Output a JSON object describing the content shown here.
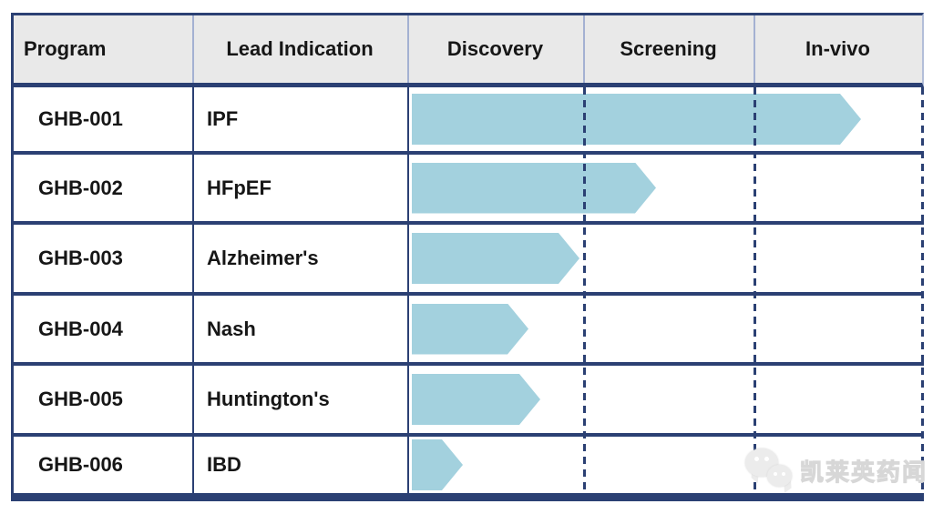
{
  "header": {
    "columns": [
      "Program",
      "Lead Indication",
      "Discovery",
      "Screening",
      "In-vivo"
    ]
  },
  "rows": [
    {
      "program": "GHB-001",
      "indication": "IPF"
    },
    {
      "program": "GHB-002",
      "indication": "HFpEF"
    },
    {
      "program": "GHB-003",
      "indication": "Alzheimer's"
    },
    {
      "program": "GHB-004",
      "indication": "Nash"
    },
    {
      "program": "GHB-005",
      "indication": "Huntington's"
    },
    {
      "program": "GHB-006",
      "indication": "IBD"
    }
  ],
  "watermark": {
    "text": "凯莱英药闻",
    "icon": "wechat-icon"
  },
  "colors": {
    "border_navy": "#2b4073",
    "bar_blue": "#a3d1de",
    "header_bg": "#e9e9e9",
    "header_separator": "#a4b1d2",
    "text": "#161616",
    "watermark": "#f2f2f2"
  },
  "chart_data": {
    "type": "bar",
    "orientation": "horizontal",
    "categories": [
      "GHB-001",
      "GHB-002",
      "GHB-003",
      "GHB-004",
      "GHB-005",
      "GHB-006"
    ],
    "indications": [
      "IPF",
      "HFpEF",
      "Alzheimer's",
      "Nash",
      "Huntington's",
      "IBD"
    ],
    "stages": [
      "Discovery",
      "Screening",
      "In-vivo"
    ],
    "values": [
      2.63,
      1.43,
      0.98,
      0.68,
      0.75,
      0.3
    ],
    "value_units": "stages completed (0-3, Discovery through In-vivo)",
    "xlim": [
      0,
      3
    ],
    "grid": "dashed vertical lines at stage boundaries",
    "legend": "none",
    "title": ""
  }
}
